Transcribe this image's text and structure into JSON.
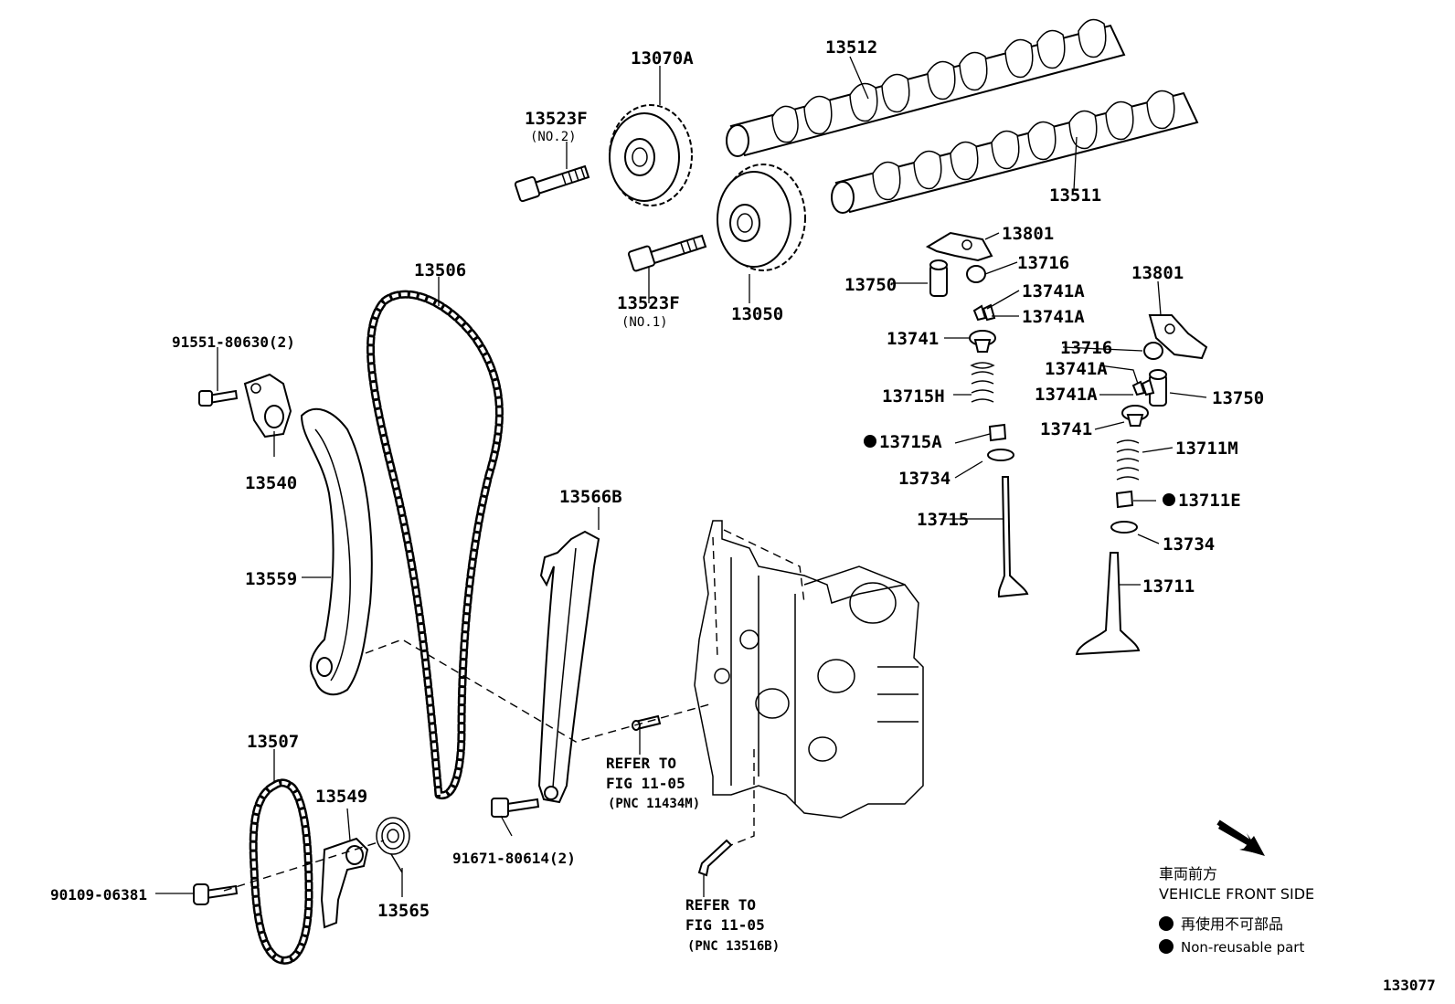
{
  "labels": {
    "l13070a": "13070A",
    "l13512": "13512",
    "l13523f_no2": "13523F",
    "l13523f_no2_sub": "(NO.2)",
    "l13511": "13511",
    "l13801_a": "13801",
    "l13716_a": "13716",
    "l13750_a": "13750",
    "l13741a_1": "13741A",
    "l13741a_2": "13741A",
    "l13506": "13506",
    "l13523f_no1": "13523F",
    "l13523f_no1_sub": "(NO.1)",
    "l13050": "13050",
    "l13801_b": "13801",
    "l91551": "91551-80630(2)",
    "l13741_a": "13741",
    "l13716_b": "13716",
    "l13741a_3": "13741A",
    "l13715h": "13715H",
    "l13741a_4": "13741A",
    "l13750_b": "13750",
    "l13741_b": "13741",
    "l13715a": "13715A",
    "l13711m": "13711M",
    "l13540": "13540",
    "l13734_a": "13734",
    "l13566b": "13566B",
    "l13711e": "13711E",
    "l13715": "13715",
    "l13734_b": "13734",
    "l13559": "13559",
    "l13711": "13711",
    "l13507": "13507",
    "l13549": "13549",
    "l90109": "90109-06381",
    "l91671": "91671-80614(2)",
    "l13565": "13565",
    "l133077": "133077"
  },
  "refs": {
    "ref1_line1": "REFER TO",
    "ref1_line2": "FIG 11-05",
    "ref1_line3": "(PNC 11434M)",
    "ref2_line1": "REFER TO",
    "ref2_line2": "FIG 11-05",
    "ref2_line3": "(PNC 13516B)"
  },
  "legend": {
    "front_jp": "車両前方",
    "front_en": "VEHICLE FRONT SIDE",
    "nonreuse_jp": "再使用不可部品",
    "nonreuse_en": "Non-reusable part"
  }
}
